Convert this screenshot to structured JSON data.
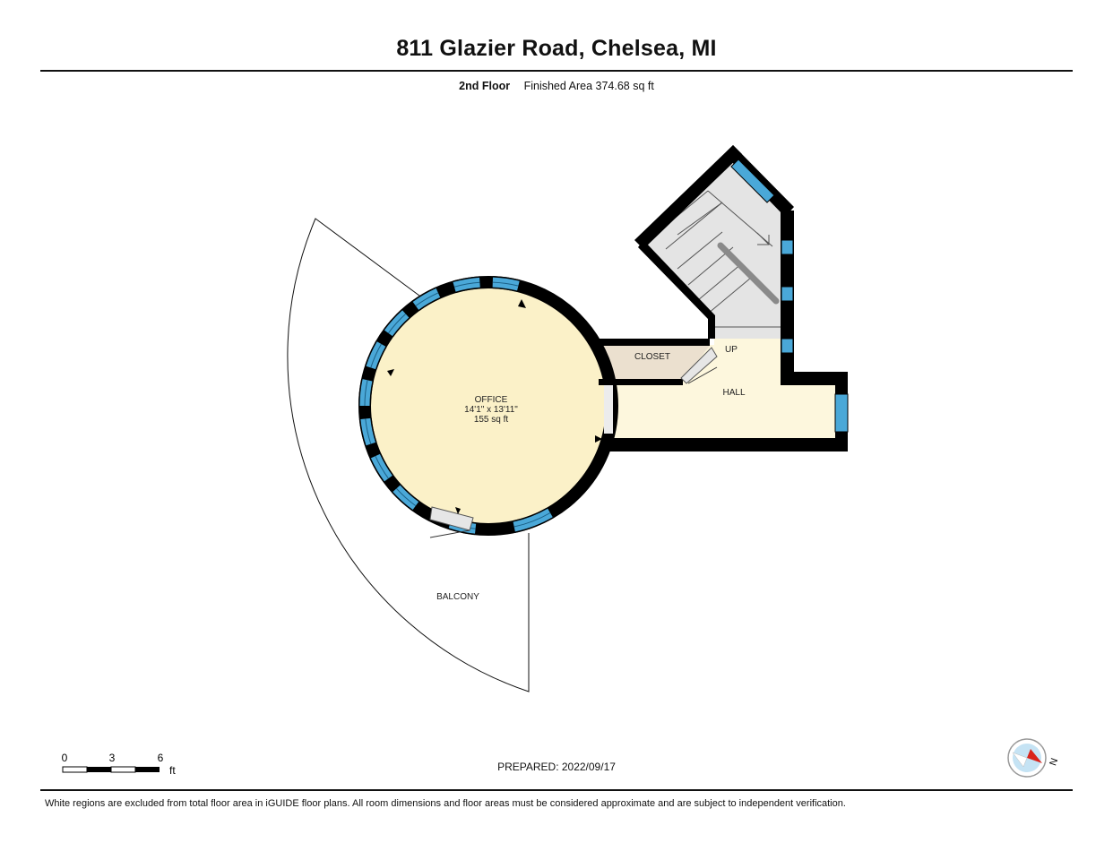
{
  "header": {
    "title": "811 Glazier Road, Chelsea, MI",
    "floor_name": "2nd Floor",
    "finished_area": "Finished Area 374.68 sq ft"
  },
  "rooms": {
    "office": {
      "name": "OFFICE",
      "dimensions": "14'1\" x 13'11\"",
      "area": "155 sq ft"
    },
    "closet": {
      "name": "CLOSET"
    },
    "hall": {
      "name": "HALL"
    },
    "stairs": {
      "label": "UP"
    },
    "balcony": {
      "name": "BALCONY"
    }
  },
  "scale_bar": {
    "ticks": [
      "0",
      "3",
      "6"
    ],
    "unit": "ft"
  },
  "compass": {
    "label": "N"
  },
  "footer": {
    "prepared": "PREPARED: 2022/09/17",
    "disclaimer": "White regions are excluded from total floor area in iGUIDE floor plans. All room dimensions and floor areas must be considered approximate and are subject to independent verification."
  },
  "colors": {
    "finished_fill": "#fbf1c8",
    "hall_fill": "#fdf7dd",
    "closet_fill": "#ebe0cf",
    "stair_fill": "#e4e4e4",
    "wall": "#000000",
    "window": "#4aa8d8",
    "compass_arrow": "#d9241b",
    "compass_fill": "#c5e3f4"
  }
}
